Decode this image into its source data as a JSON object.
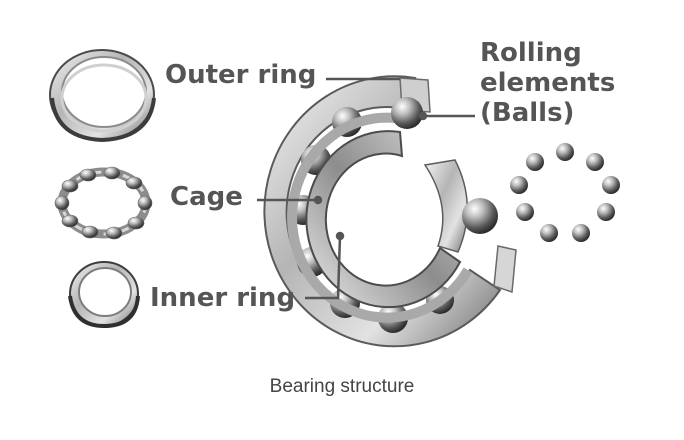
{
  "diagram": {
    "labels": {
      "outer_ring": "Outer ring",
      "cage": "Cage",
      "inner_ring": "Inner ring",
      "rolling_line1": "Rolling",
      "rolling_line2": "elements",
      "rolling_line3": "(Balls)"
    },
    "caption": "Bearing structure"
  },
  "colors": {
    "label_text": "#555555",
    "caption_text": "#444444",
    "metal_light": "#e6e6e6",
    "metal_dark": "#6e6e6e"
  }
}
